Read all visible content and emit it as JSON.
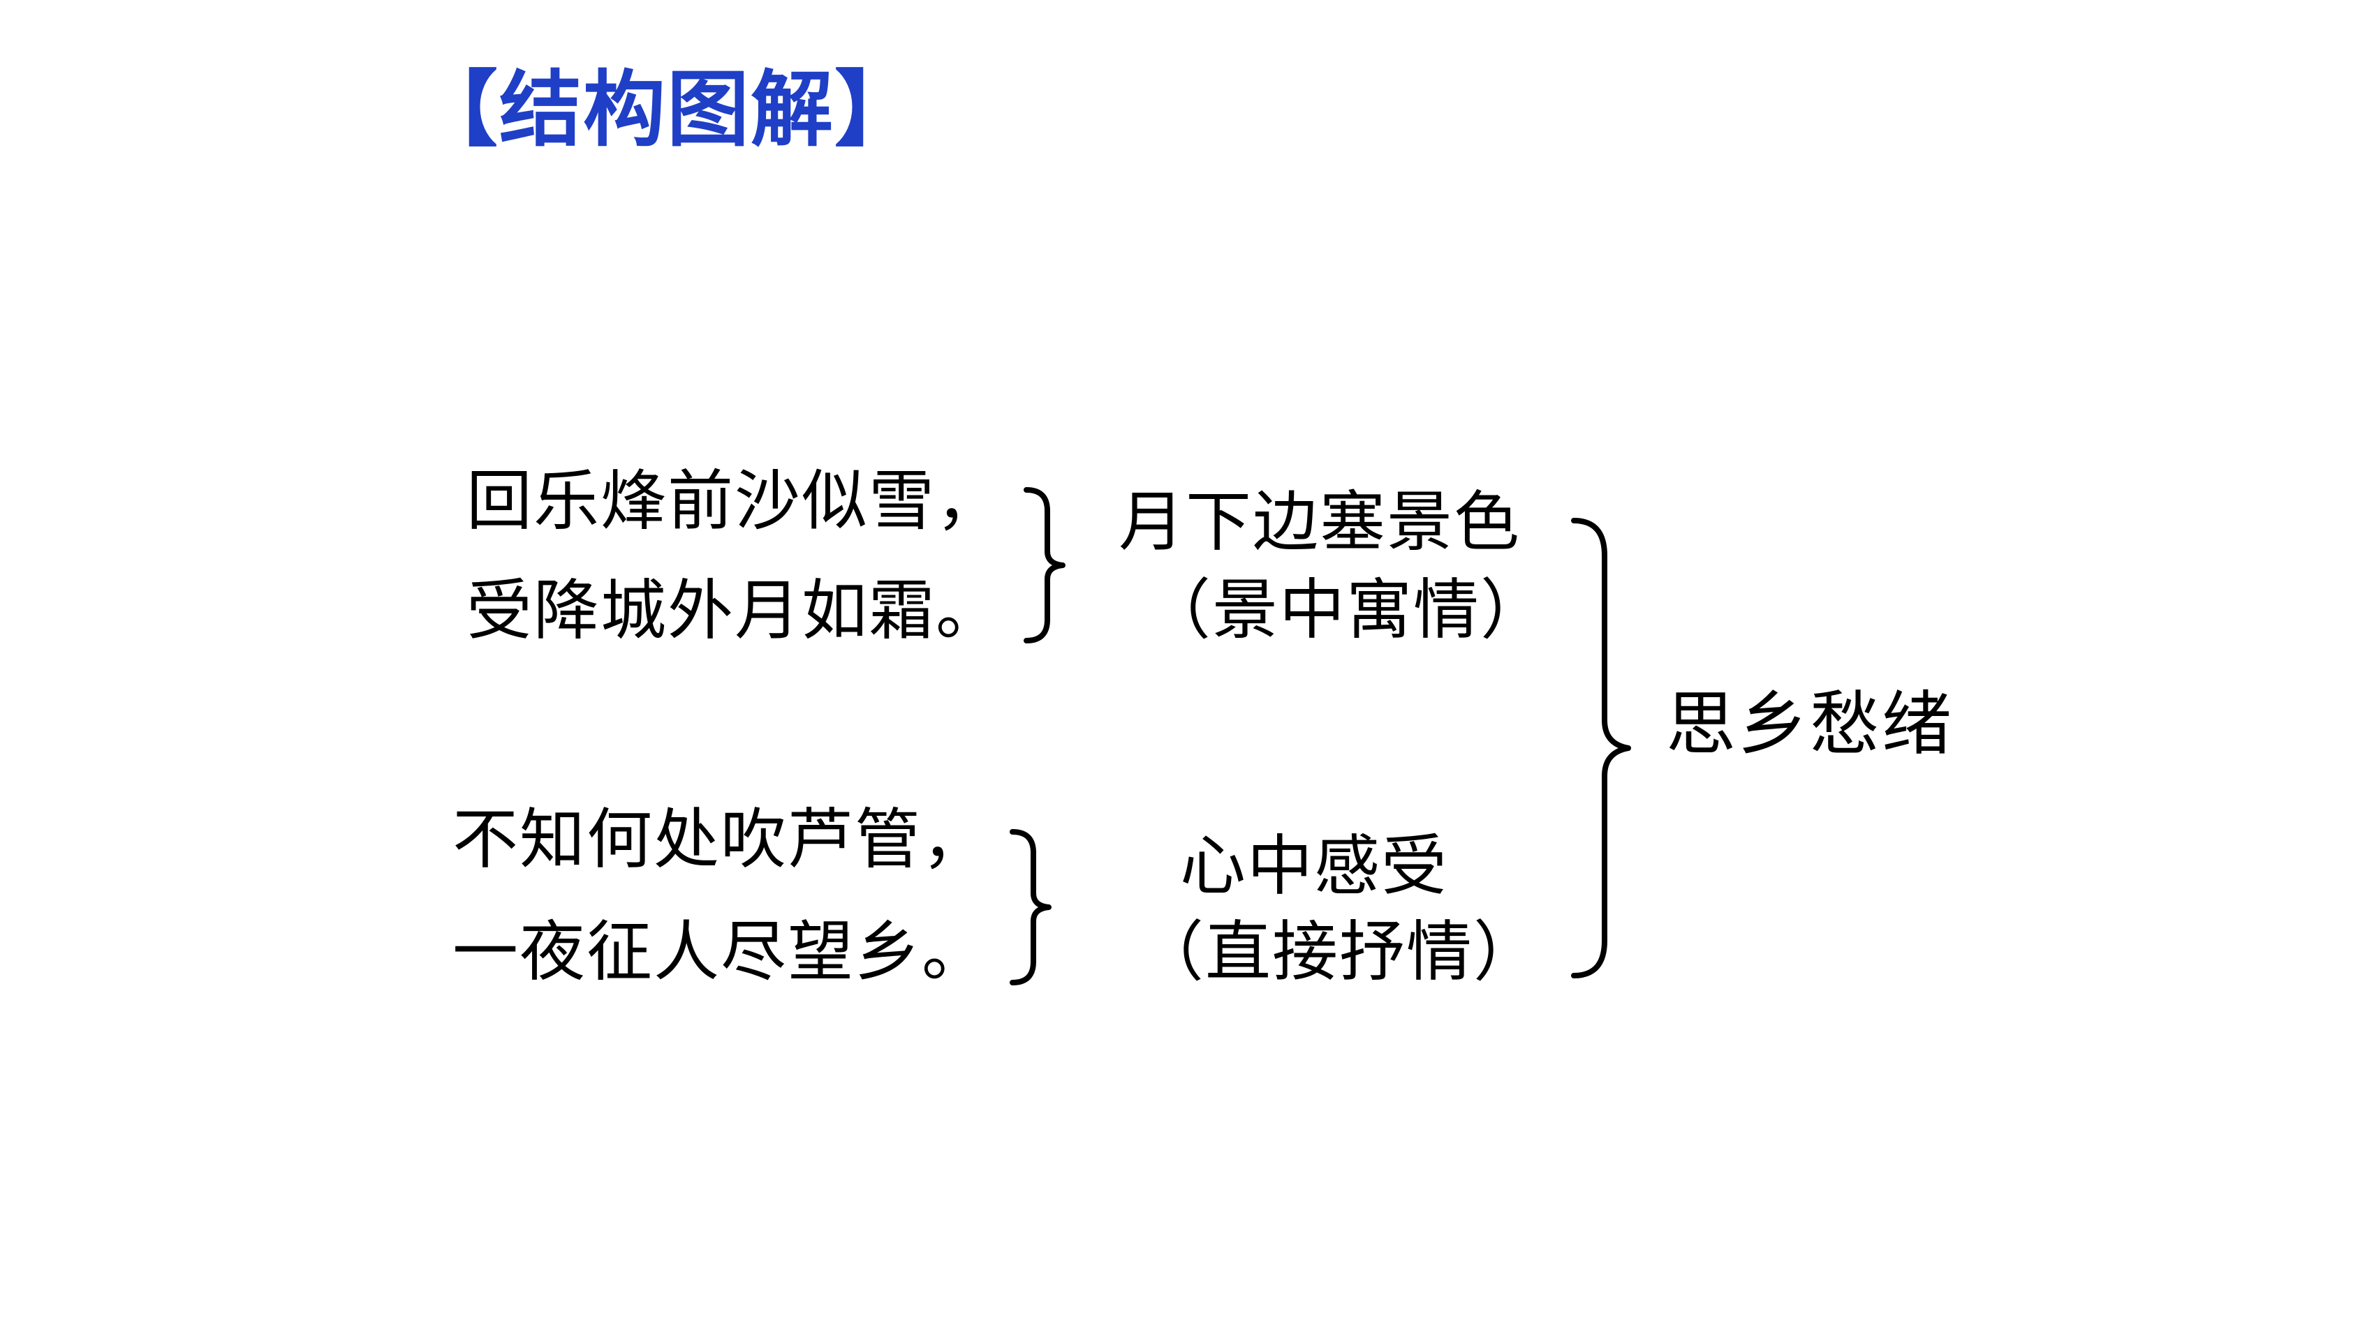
{
  "title": "【结构图解】",
  "poem": {
    "line1": "回乐烽前沙似雪，",
    "line2": "受降城外月如霜。",
    "line3": "不知何处吹芦管，",
    "line4": "一夜征人尽望乡。"
  },
  "group1": {
    "label": "月下边塞景色",
    "technique": "（景中寓情）"
  },
  "group2": {
    "label": "心中感受",
    "technique": "（直接抒情）"
  },
  "summary": "思乡愁绪",
  "colors": {
    "title": "#1f3fc6",
    "text": "#000000",
    "background": "#ffffff"
  }
}
